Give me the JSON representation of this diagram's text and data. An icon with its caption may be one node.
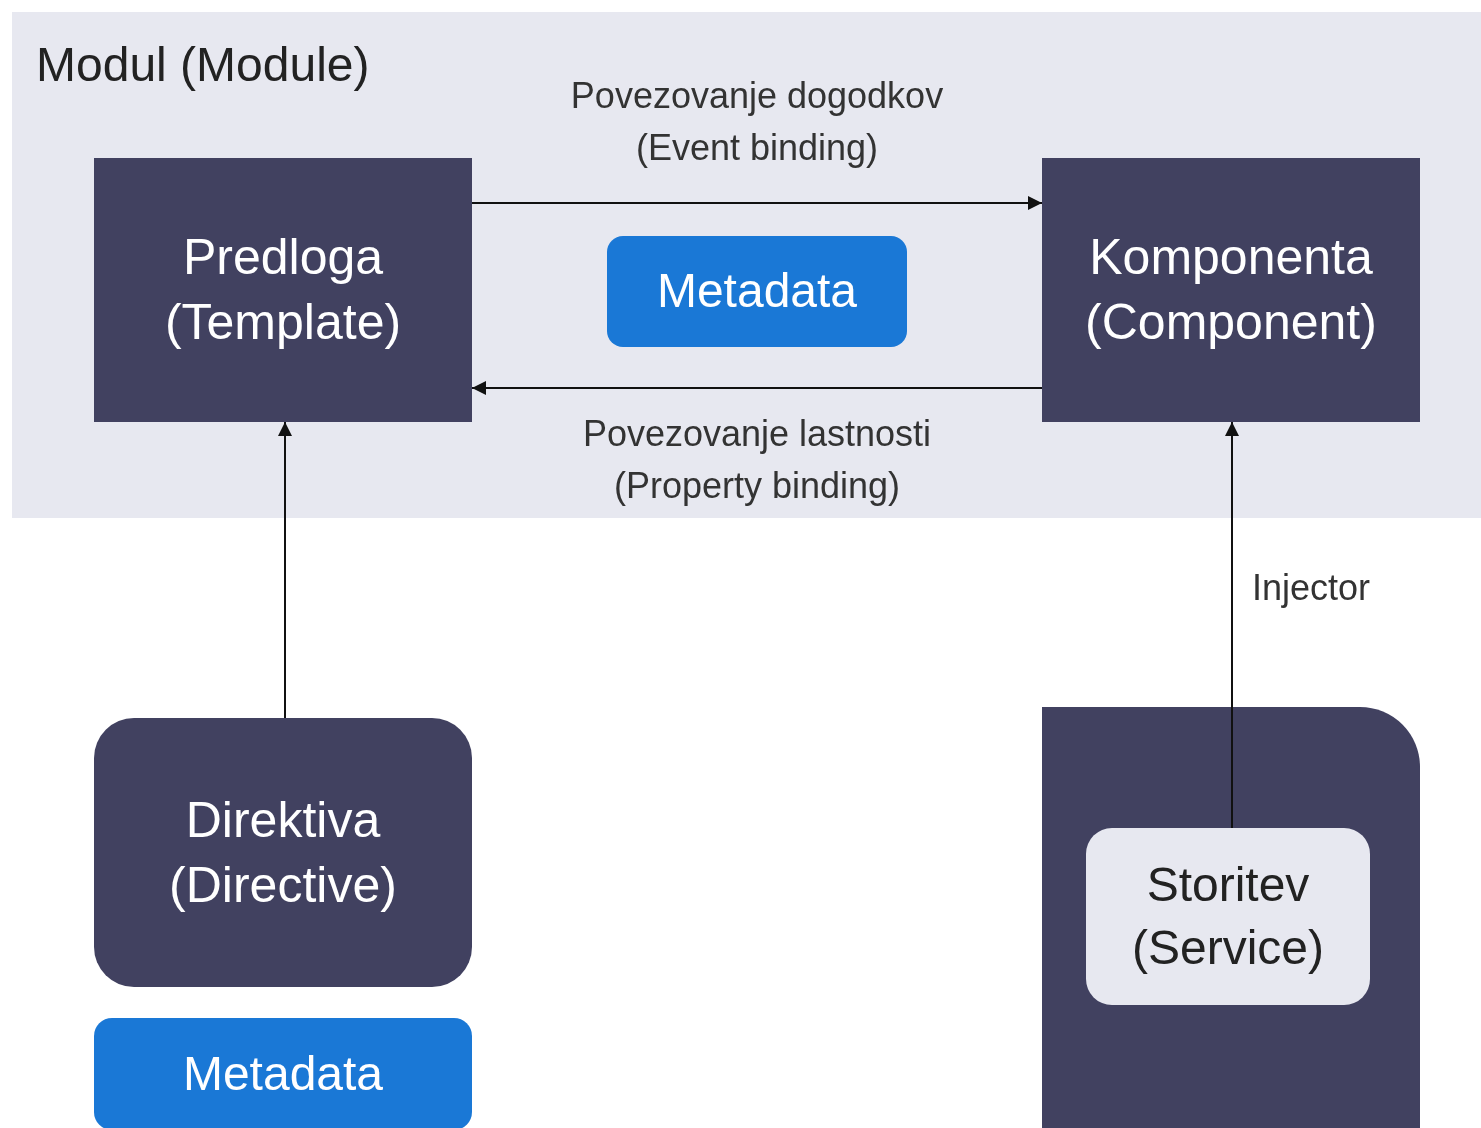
{
  "diagram": {
    "nodes": [
      {
        "text": [
          "Modul (Module)"
        ]
      },
      {
        "text": [
          "Predloga (Template)"
        ],
        "in": 0
      },
      {
        "text": [
          "Metadata"
        ],
        "in": 0
      },
      {
        "text": [
          "Komponenta (Component)"
        ],
        "in": 0
      },
      {
        "text": [
          "Direktiva (Directive)"
        ]
      },
      {
        "text": [
          "Metadata"
        ]
      },
      {
        "text": [],
        "shape": "box"
      },
      {
        "text": [
          "Storitev (Service)"
        ],
        "in": 6
      }
    ],
    "edges": [
      {
        "from": 1,
        "to": 3,
        "arrow": "to",
        "label": "Povezovanje dogodkov (Event binding)"
      },
      {
        "from": 3,
        "to": 1,
        "arrow": "to",
        "label": "Povezovanje lastnosti (Property binding)"
      },
      {
        "from": 4,
        "to": 1,
        "arrow": "to"
      },
      {
        "from": 7,
        "to": 3,
        "arrow": "to",
        "label": "Injector"
      }
    ]
  }
}
